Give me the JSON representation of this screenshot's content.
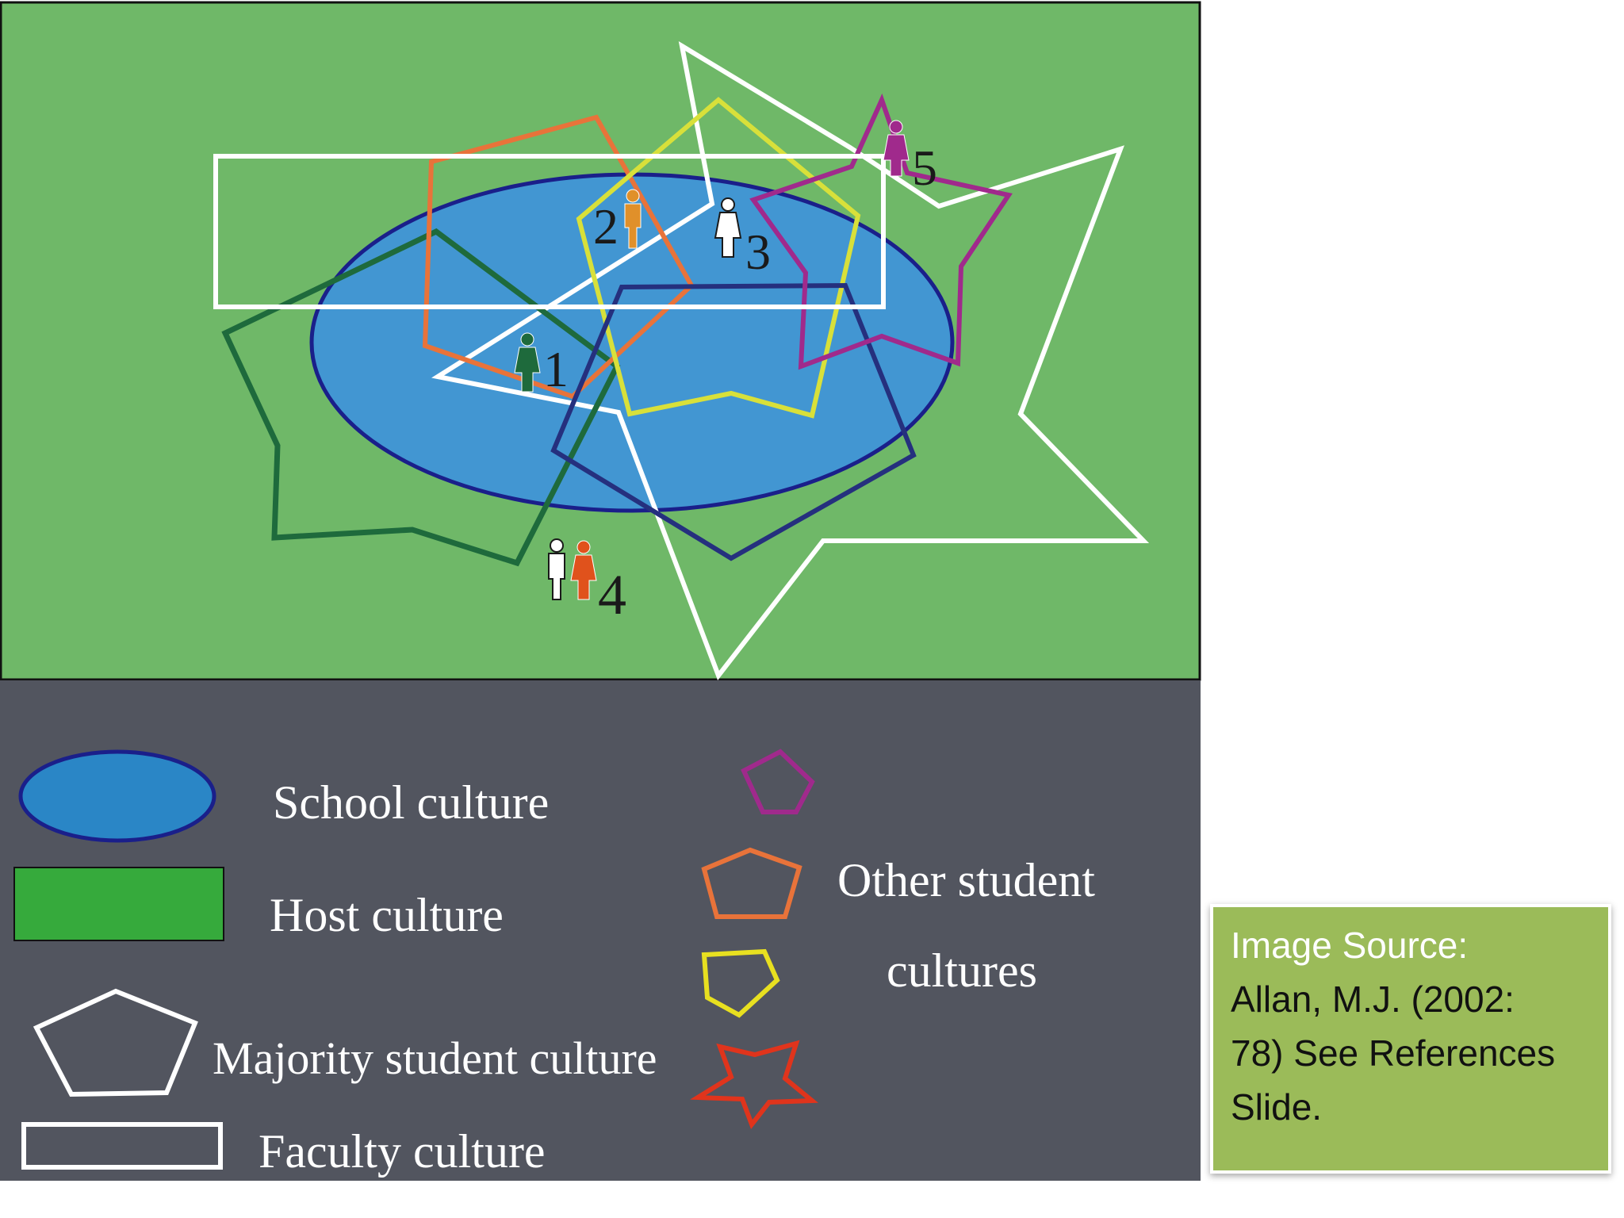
{
  "diagram": {
    "figure_numbers": [
      "1",
      "2",
      "3",
      "4",
      "5"
    ],
    "legend": {
      "school_culture": "School culture",
      "host_culture": "Host culture",
      "majority_student_culture": "Majority student culture",
      "faculty_culture": "Faculty culture",
      "other_student_cultures_line1": "Other student",
      "other_student_cultures_line2": "cultures"
    },
    "colors": {
      "host_background": "#6fb868",
      "legend_background": "#52555f",
      "school_culture_fill": "#4296d2",
      "school_culture_stroke": "#1a1f8a",
      "majority_student_stroke": "#ffffff",
      "faculty_stroke": "#ffffff",
      "culture_orange": "#e8733a",
      "culture_yellow": "#d8e03a",
      "culture_purple": "#a02a8c",
      "culture_red": "#e0341c",
      "culture_darkgreen": "#1e6a3c",
      "culture_navy": "#25307e",
      "legend_host_fill": "#36aa3c"
    }
  },
  "source": {
    "heading": "Image Source:",
    "lines": [
      "Allan, M.J. (2002:",
      "78) See References",
      "Slide."
    ]
  }
}
